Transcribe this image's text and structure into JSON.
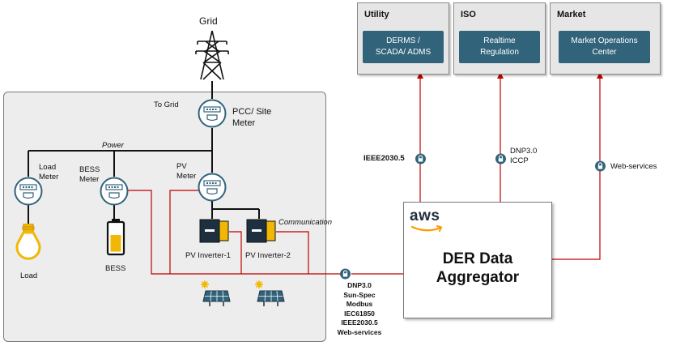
{
  "grid": {
    "label": "Grid",
    "to_grid_label": "To Grid"
  },
  "meters": {
    "pcc": "PCC/ Site\nMeter",
    "load": "Load\nMeter",
    "bess": "BESS\nMeter",
    "pv": "PV\nMeter"
  },
  "lines": {
    "power": "Power",
    "communication": "Communication"
  },
  "devices": {
    "load": "Load",
    "bess": "BESS",
    "pv_inverter_1": "PV Inverter-1",
    "pv_inverter_2": "PV Inverter-2"
  },
  "external": {
    "utility": {
      "title": "Utility",
      "system": "DERMS /\nSCADA/ ADMS"
    },
    "iso": {
      "title": "ISO",
      "system": "Realtime\nRegulation"
    },
    "market": {
      "title": "Market",
      "system": "Market Operations\nCenter"
    }
  },
  "protocols": {
    "utility_link": "IEEE2030.5",
    "iso_link": "DNP3.0\nICCP",
    "market_link": "Web-services",
    "site_link": "DNP3.0\nSun-Spec\nModbus\nIEC61850\nIEEE2030.5\nWeb-services"
  },
  "aggregator": {
    "logo": "aws",
    "title": "DER Data\nAggregator"
  },
  "colors": {
    "comm_line": "#c00000",
    "system_box": "#31637b",
    "bess_fill": "#f2b705",
    "load_bulb": "#f2b705"
  }
}
